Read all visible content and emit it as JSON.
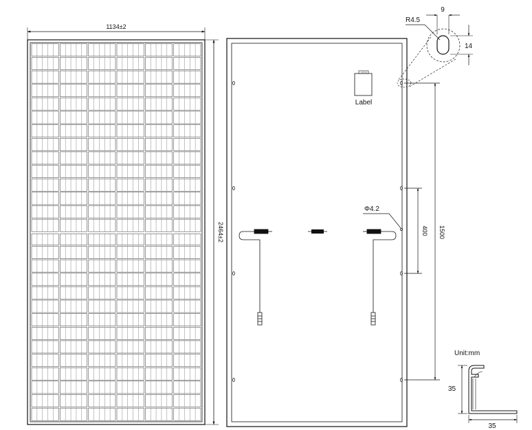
{
  "front_view": {
    "width_label": "1134±2",
    "height_label": "2464±2",
    "cell_columns": 6,
    "cell_rows": 28
  },
  "back_view": {
    "label_text": "Label",
    "mounting_hole_label": "Φ4.2",
    "hole_spacing_short": "400",
    "hole_spacing_long": "1500"
  },
  "detail_slot": {
    "radius_label": "R4.5",
    "width_label": "9",
    "height_label": "14"
  },
  "frame_profile": {
    "unit_label": "Unit:mm",
    "height_label": "35",
    "width_label": "35"
  },
  "colors": {
    "line": "#111111",
    "grid": "#333333",
    "background": "#ffffff"
  }
}
